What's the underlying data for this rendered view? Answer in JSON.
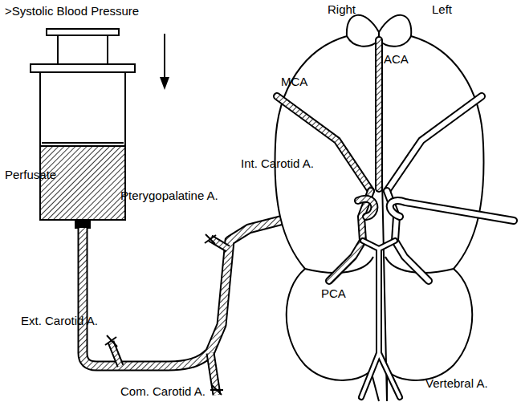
{
  "diagram": {
    "labels": [
      ">Systolic Blood Pressure",
      "Right",
      "Left",
      "ACA",
      "MCA",
      "Perfusate",
      "Pterygopalatine A.",
      "Int. Carotid A.",
      "Ext. Carotid A.",
      "PCA",
      "Vertebral A.",
      "Com. Carotid A."
    ]
  }
}
